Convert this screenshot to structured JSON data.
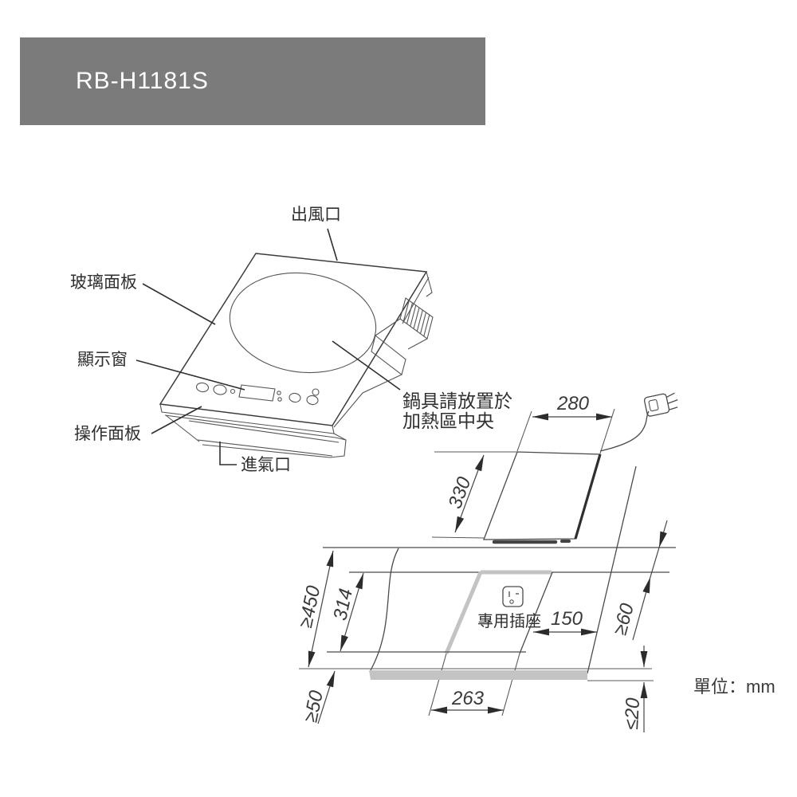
{
  "header": {
    "title": "RB-H1181S",
    "bar_color": "#7b7b7b",
    "text_color": "#ffffff"
  },
  "product": {
    "labels": {
      "air_outlet": "出風口",
      "glass_panel": "玻璃面板",
      "display_window": "顯示窗",
      "control_panel": "操作面板",
      "air_inlet": "進氣口",
      "pot_note_line1": "鍋具請放置於",
      "pot_note_line2": "加熱區中央"
    }
  },
  "installation": {
    "dimensions": {
      "top_width": "280",
      "top_depth": "330",
      "counter_depth_min": "≥450",
      "cutout_depth": "314",
      "front_clearance_min": "≥50",
      "cutout_width": "263",
      "socket_distance": "150",
      "rear_clearance_min": "≥60",
      "counter_thickness_max": "≤20"
    },
    "socket_label": "專用插座",
    "unit_label": "單位：mm"
  },
  "colors": {
    "line": "#3c3c3c",
    "shade_gray": "#c3c3c3",
    "arrow": "#2c2c2c"
  }
}
